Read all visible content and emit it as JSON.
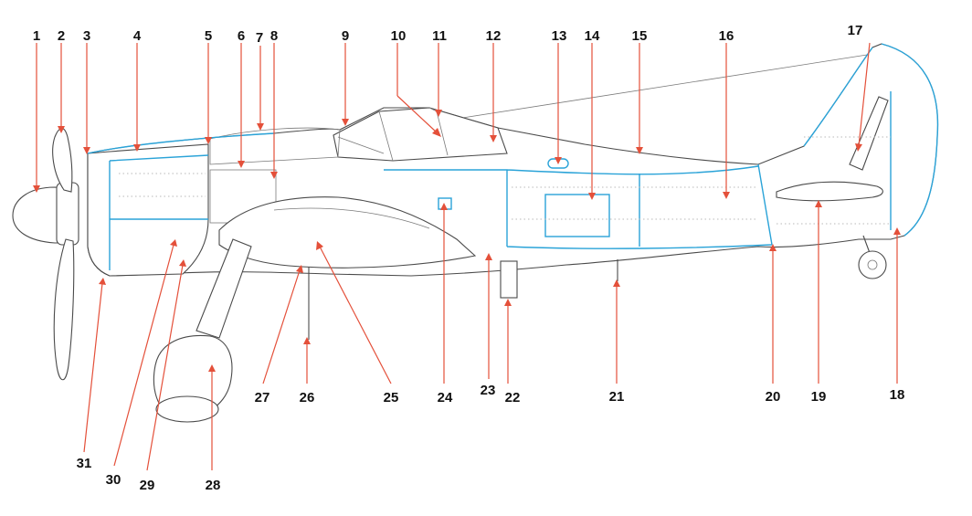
{
  "colors": {
    "outline": "#4a4a4a",
    "panel_lines": "#2aa3d8",
    "leader_lines": "#e4503a",
    "labels": "#111111"
  },
  "labels": [
    "1",
    "2",
    "3",
    "4",
    "5",
    "6",
    "7",
    "8",
    "9",
    "10",
    "11",
    "12",
    "13",
    "14",
    "15",
    "16",
    "17",
    "18",
    "19",
    "20",
    "21",
    "22",
    "23",
    "24",
    "25",
    "26",
    "27",
    "28",
    "29",
    "30",
    "31"
  ]
}
